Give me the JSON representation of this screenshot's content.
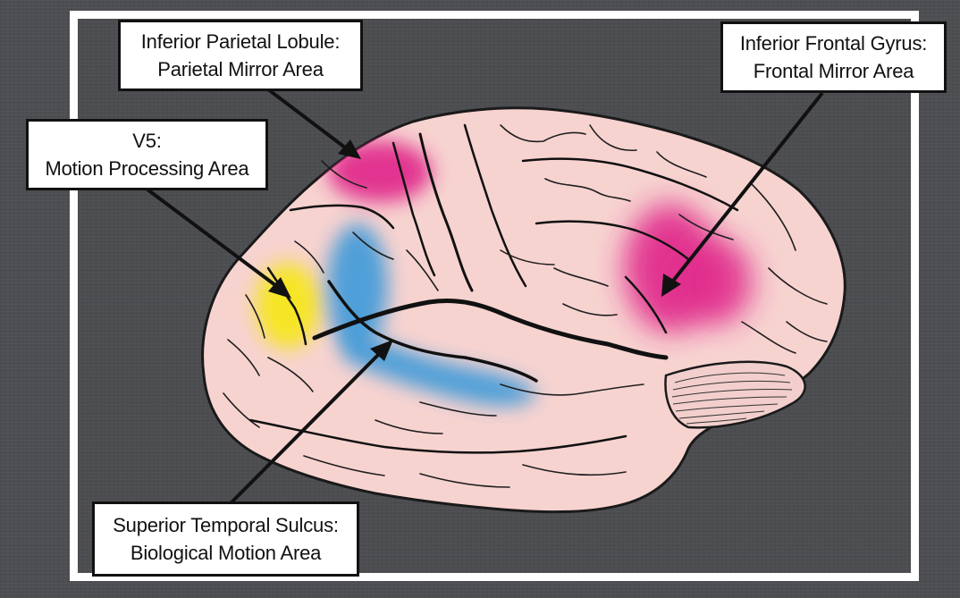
{
  "labels": {
    "inferior_parietal": {
      "line1": "Inferior Parietal Lobule:",
      "line2": "Parietal Mirror Area"
    },
    "v5": {
      "line1": "V5:",
      "line2": "Motion Processing Area"
    },
    "inferior_frontal": {
      "line1": "Inferior Frontal Gyrus:",
      "line2": "Frontal Mirror Area"
    },
    "superior_temporal": {
      "line1": "Superior Temporal Sulcus:",
      "line2": "Biological Motion Area"
    }
  },
  "colors": {
    "background": "#4d4e52",
    "frame": "#ffffff",
    "brain": "#f7d3d0",
    "mirror_area": "#e0258a",
    "motion_area": "#f5e61f",
    "biological_motion_area": "#3d9ad9"
  }
}
